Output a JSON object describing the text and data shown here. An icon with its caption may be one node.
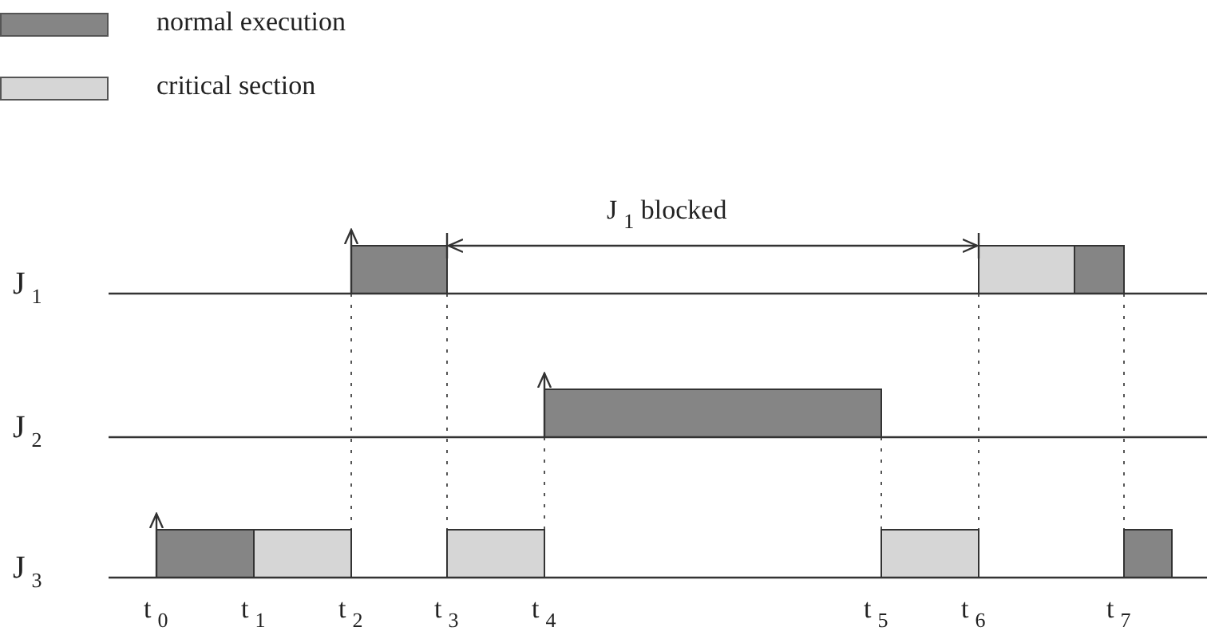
{
  "diagram": {
    "labels": [
      "J$_{1}$ blocked",
      "J$_{1}$",
      "J$_{2}$",
      "J$_{3}$",
      "t$_{0}$",
      "t$_{1}$",
      "t$_{2}$",
      "t$_{3}$",
      "t$_{4}$",
      "t$_{5}$",
      "t$_{6}$",
      "t$_{7}$"
    ],
    "legend": [
      {
        "text": "normal execution",
        "color": "#858585"
      },
      {
        "text": "critical section",
        "color": "#d6d6d6"
      }
    ]
  }
}
